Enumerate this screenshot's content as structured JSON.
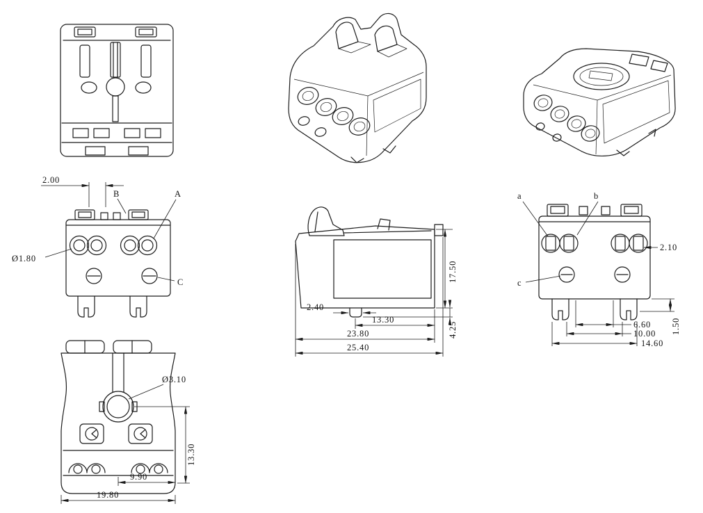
{
  "sheet": {
    "background": "#ffffff",
    "line_color": "#1a1a1a"
  },
  "front_view": {
    "dim_top": "2.00",
    "label_b": "B",
    "label_a": "A",
    "dim_hole_dia": "Ø1.80",
    "label_c": "C"
  },
  "side_view": {
    "dim_height": "17.50",
    "dim_pin_width": "2.40",
    "dim_pin_to_edge": "13.30",
    "dim_body_length": "23.80",
    "dim_overall_length": "25.40",
    "dim_pin_height": "4.25"
  },
  "back_view": {
    "label_a": "a",
    "label_b": "b",
    "label_c": "c",
    "dim_slot_width": "2.10",
    "dim_spacing_inner": "6.60",
    "dim_spacing_screws": "10.00",
    "dim_spacing_feet": "14.60",
    "dim_step_height": "1.50"
  },
  "bottom_view": {
    "dim_center_hole_dia": "Ø3.10",
    "dim_depth": "13.30",
    "dim_half_width": "9.90",
    "dim_overall_width": "19.80"
  }
}
